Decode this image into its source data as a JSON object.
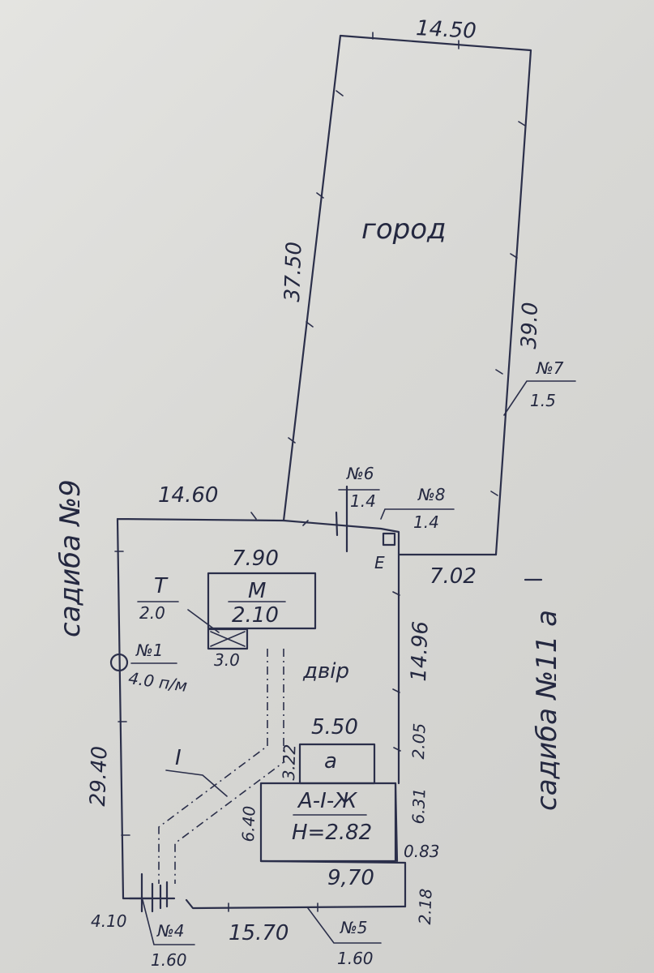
{
  "labels": {
    "garden": "город",
    "yard": "двір",
    "neighbor_left": "садиба №9",
    "neighbor_right": "садиба №11 а",
    "top_width": "14.50",
    "left_garden": "37.50",
    "right_garden": "39.0",
    "upper_plot_width": "14.60",
    "right_offset": "7.02",
    "upper_right_side": "14.96",
    "left_side": "29.40",
    "bottom_side": "15.70",
    "bottom_left_short": "4.10",
    "right_stub": "2.18",
    "right_gap": "0.83",
    "side_2_05": "2.05",
    "side_6_31": "6.31",
    "m_width": "7.90",
    "m_letter": "М",
    "m_height": "2.10",
    "t_letter": "Т",
    "t_height": "2.0",
    "t_width": "3.0",
    "e_letter": "Е",
    "a_width": "5.50",
    "a_letter": "а",
    "a_offset": "3.22",
    "house_letter": "А-І-Ж",
    "house_height": "Н=2.82",
    "house_depth": "6.40",
    "house_width": "9,70",
    "fence_I": "І",
    "n1_label": "№1",
    "n1_value": "4.0 п/м",
    "n4_label": "№4",
    "n4_value": "1.60",
    "n5_label": "№5",
    "n5_value": "1.60",
    "n6_label": "№6",
    "n6_value": "1.4",
    "n7_label": "№7",
    "n7_value": "1.5",
    "n8_label": "№8",
    "n8_value": "1.4"
  }
}
